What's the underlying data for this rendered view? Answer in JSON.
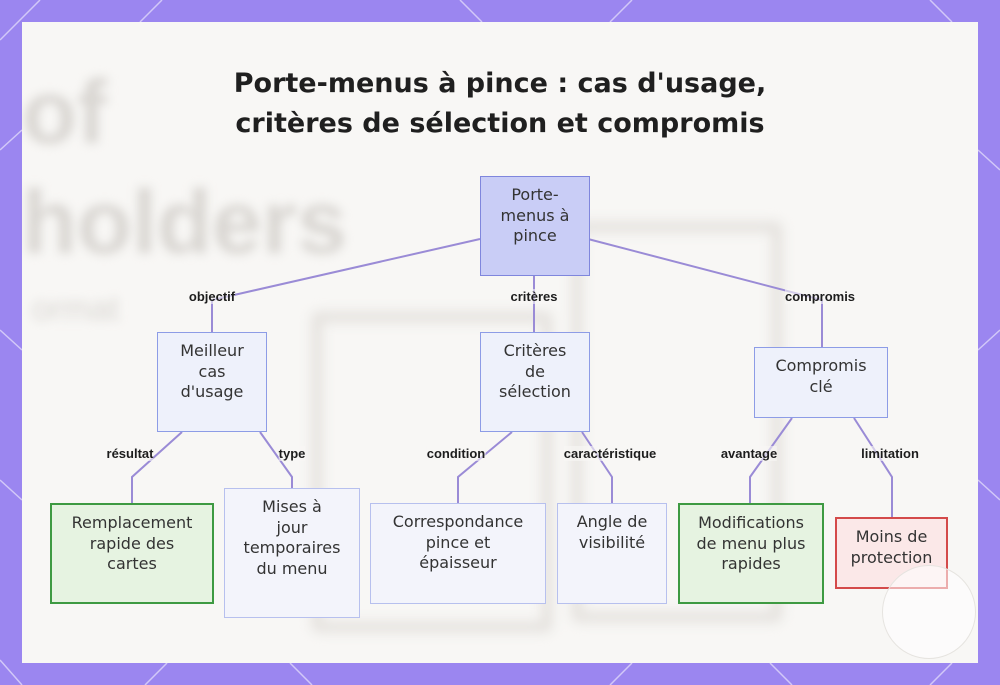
{
  "title_lines": [
    "Porte-menus à pince : cas d'usage,",
    "critères de sélection et compromis"
  ],
  "nodes": {
    "root": "Porte-\nmenus à\npince",
    "usage": "Meilleur\ncas\nd'usage",
    "criteria": "Critères\nde\nsélection",
    "tradeoff": "Compromis\nclé",
    "result": "Remplacement\nrapide des\ncartes",
    "type": "Mises à\njour\ntemporaires\ndu menu",
    "condition": "Correspondance\npince et\népaisseur",
    "feature": "Angle de\nvisibilité",
    "advantage": "Modifications\nde menu plus\nrapides",
    "limitation": "Moins de\nprotection"
  },
  "edge_labels": {
    "objectif": "objectif",
    "criteres": "critères",
    "compromis": "compromis",
    "resultat": "résultat",
    "type": "type",
    "condition": "condition",
    "caracteristique": "caractéristique",
    "avantage": "avantage",
    "limitation": "limitation"
  },
  "colors": {
    "frame": "#9b86f0",
    "edge": "#9a8bd6",
    "root_fill": "#c9cdf6",
    "positive_border": "#3e9a42",
    "negative_border": "#d44a4a"
  },
  "background_watermark": [
    "of",
    "holders",
    "ormat"
  ]
}
